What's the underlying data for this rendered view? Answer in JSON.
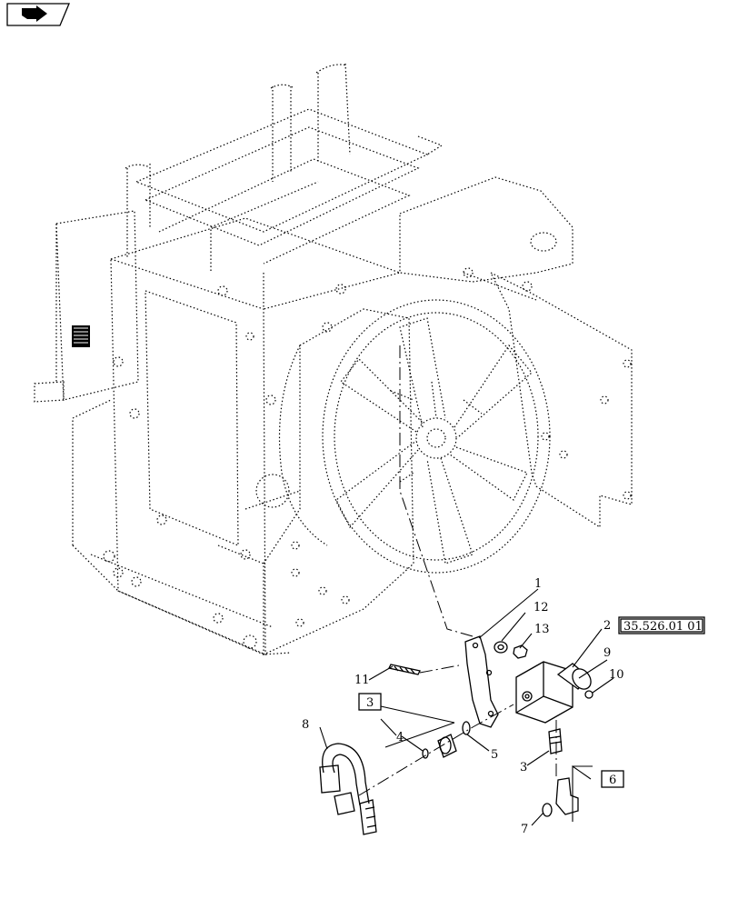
{
  "callouts": {
    "c1": "1",
    "c2": "2",
    "c3a": "3",
    "c3b": "3",
    "c4": "4",
    "c5": "5",
    "c6": "6",
    "c7": "7",
    "c8": "8",
    "c9": "9",
    "c10": "10",
    "c11": "11",
    "c12": "12",
    "c13": "13"
  },
  "reference": "35.526.01 01",
  "icons": {
    "nav": "next-page-arrow-icon",
    "grid": "hatched-square-icon"
  }
}
